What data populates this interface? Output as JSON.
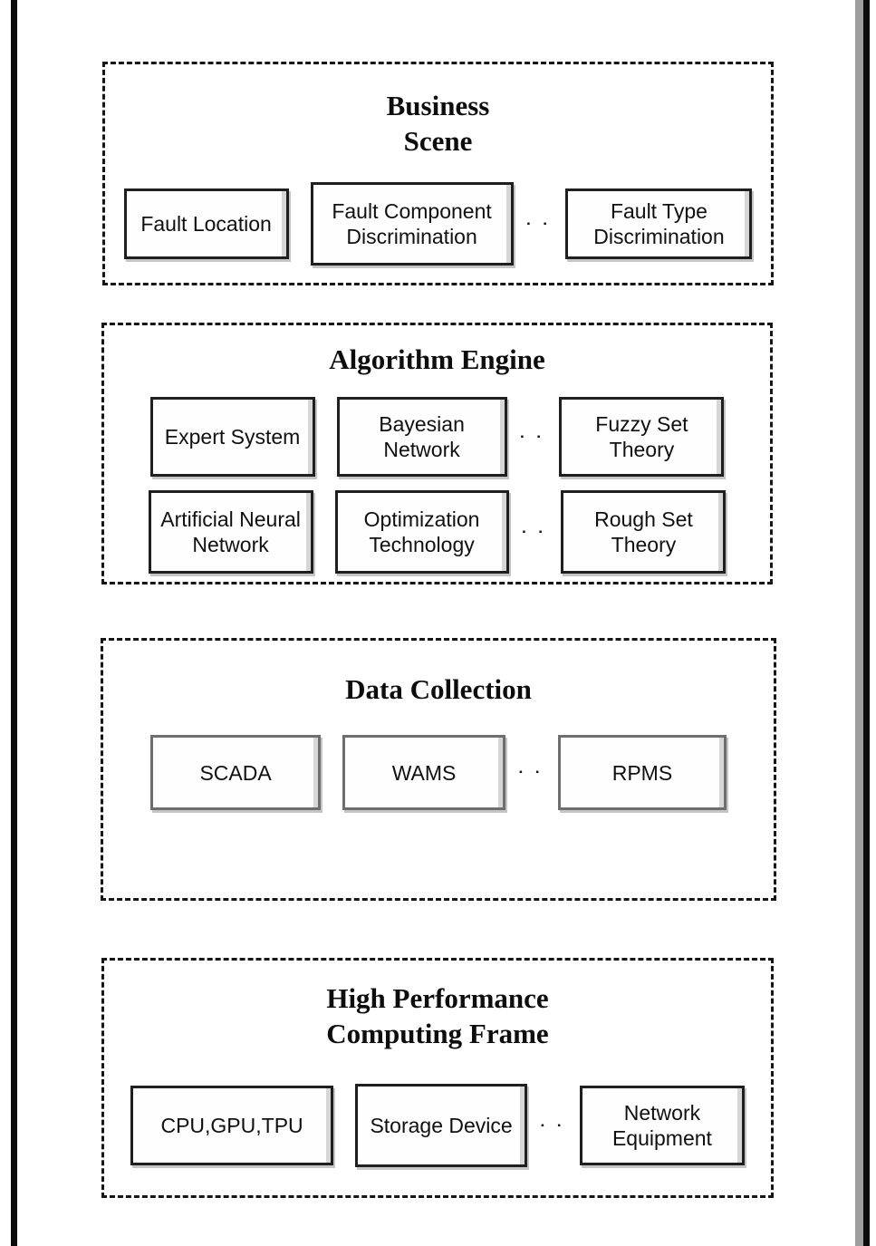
{
  "figure": {
    "type": "layered-architecture-diagram"
  },
  "icons": {
    "ellipsis_dots": "▪ ▪"
  },
  "colors": {
    "page_background": "#ffffff",
    "frame_black": "#0c0c0c",
    "frame_gray": "#9e9e9e",
    "dashed_border": "#161616",
    "box_border_dark": "#1f1f1f",
    "box_border_gray": "#6e6e6e",
    "text": "#101010"
  },
  "sections": [
    {
      "name": "Business Scene",
      "title_lines": [
        "Business",
        "Scene"
      ],
      "boxes": [
        "Fault Location",
        "Fault Component Discrimination",
        "Fault Type Discrimination"
      ]
    },
    {
      "name": "Algorithm Engine",
      "title_lines": [
        "Algorithm Engine"
      ],
      "rows": [
        [
          "Expert System",
          "Bayesian Network",
          "Fuzzy Set Theory"
        ],
        [
          "Artificial Neural Network",
          "Optimization Technology",
          "Rough Set Theory"
        ]
      ]
    },
    {
      "name": "Data Collection",
      "title_lines": [
        "Data Collection"
      ],
      "boxes": [
        "SCADA",
        "WAMS",
        "RPMS"
      ]
    },
    {
      "name": "High Performance Computing Frame",
      "title_lines": [
        "High Performance",
        "Computing Frame"
      ],
      "boxes": [
        "CPU,GPU,TPU",
        "Storage Device",
        "Network Equipment"
      ]
    }
  ]
}
